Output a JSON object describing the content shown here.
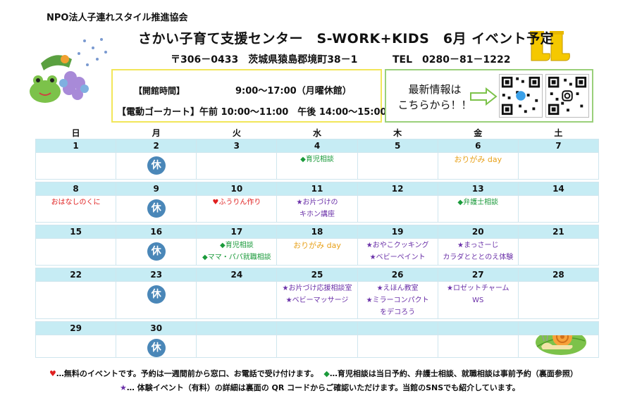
{
  "header": {
    "org": "NPO法人子連れスタイル推進協会",
    "title": "さかい子育て支援センター　S-WORK+KIDS　6月 イベント予定",
    "address": "〒306－0433　茨城県猿島郡境町38－1",
    "tel": "TEL　0280－81－1222"
  },
  "hours": {
    "open_label": "【開館時間】",
    "open_value": "9:00～17:00（月曜休館）",
    "cart": "【電動ゴーカート】午前 10:00～11:00　午後 14:00～15:00"
  },
  "info": {
    "line1": "最新情報は",
    "line2": "こちらから！！"
  },
  "weekdays": [
    "日",
    "月",
    "火",
    "水",
    "木",
    "金",
    "土"
  ],
  "closed_label": "休",
  "weeks": [
    {
      "dates": [
        "1",
        "2",
        "3",
        "4",
        "5",
        "6",
        "7"
      ],
      "events": [
        [],
        [],
        [],
        [
          {
            "text": "◆育児相談",
            "color": "green"
          }
        ],
        [],
        [
          {
            "text": "おりがみ day",
            "color": "orange"
          }
        ],
        []
      ]
    },
    {
      "dates": [
        "8",
        "9",
        "10",
        "11",
        "12",
        "13",
        "14"
      ],
      "events": [
        [
          {
            "text": "おはなしのくに",
            "color": "red"
          }
        ],
        [],
        [
          {
            "text": "♥ふうりん作り",
            "color": "red"
          }
        ],
        [
          {
            "text": "★お片づけの",
            "color": "purple"
          },
          {
            "text": "キホン講座",
            "color": "purple"
          }
        ],
        [],
        [
          {
            "text": "◆弁護士相談",
            "color": "green"
          }
        ],
        []
      ]
    },
    {
      "dates": [
        "15",
        "16",
        "17",
        "18",
        "19",
        "20",
        "21"
      ],
      "events": [
        [],
        [],
        [
          {
            "text": "◆育児相談",
            "color": "green"
          },
          {
            "text": "◆ママ・パパ就職相談",
            "color": "green"
          }
        ],
        [
          {
            "text": "おりがみ day",
            "color": "orange"
          }
        ],
        [
          {
            "text": "★おやこクッキング",
            "color": "purple"
          },
          {
            "text": "★ベビーペイント",
            "color": "purple"
          }
        ],
        [
          {
            "text": "★まっさーじ",
            "color": "purple"
          },
          {
            "text": "カラダとととのえ体験",
            "color": "purple"
          }
        ],
        []
      ]
    },
    {
      "dates": [
        "22",
        "23",
        "24",
        "25",
        "26",
        "27",
        "28"
      ],
      "events": [
        [],
        [],
        [],
        [
          {
            "text": "★お片づけ応援相談室",
            "color": "purple"
          },
          {
            "text": "★ベビーマッサージ",
            "color": "purple"
          }
        ],
        [
          {
            "text": "★えほん教室",
            "color": "purple"
          },
          {
            "text": "★ミラーコンパクト",
            "color": "purple"
          },
          {
            "text": "をデコろう",
            "color": "purple"
          }
        ],
        [
          {
            "text": "★ロゼットチャーム",
            "color": "purple"
          },
          {
            "text": "WS",
            "color": "purple"
          }
        ],
        []
      ]
    },
    {
      "dates": [
        "29",
        "30",
        "",
        "",
        "",
        "",
        ""
      ],
      "events": [
        [],
        [],
        [],
        [],
        [],
        [],
        []
      ]
    }
  ],
  "footer": {
    "line1_mark1": "♥",
    "line1_text1": "…無料のイベントです。予約は一週間前から窓口、お電話で受け付けます。",
    "line1_mark2": "◆",
    "line1_text2": "…育児相談は当日予約、弁護士相談、就職相談は事前予約（裏面参照）",
    "line2_mark": "★",
    "line2_text": "…  体験イベント（有料）の詳細は裏面の QR コードからご確認いただけます。当館のSNSでも紹介しています。"
  },
  "colors": {
    "date_row": "#c6ecf4",
    "closed_badge": "#4a87b8",
    "hours_border": "#f2e65a",
    "info_border": "#9ad07a",
    "green": "#1a9a3a",
    "red": "#e02020",
    "purple": "#6a30a8",
    "orange": "#e8a11a"
  },
  "decorations": [
    "frog-hydrangea-icon",
    "yellow-boots-icon",
    "snail-leaf-icon",
    "qr-code-icon"
  ]
}
